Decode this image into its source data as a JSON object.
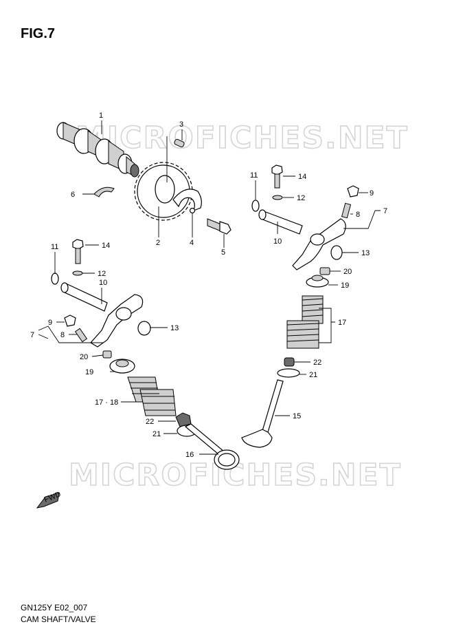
{
  "title": "FIG.7",
  "footer": {
    "code": "GN125Y E02_007",
    "name": "CAM SHAFT/VALVE"
  },
  "watermark": "MICROFICHES.NET",
  "fwd_label": "FWD",
  "callouts": {
    "c1": "1",
    "c2": "2",
    "c3": "3",
    "c4": "4",
    "c5": "5",
    "c6": "6",
    "c7a": "7",
    "c7b": "7",
    "c8a": "8",
    "c8b": "8",
    "c9a": "9",
    "c9b": "9",
    "c10a": "10",
    "c10b": "10",
    "c11a": "11",
    "c11b": "11",
    "c12a": "12",
    "c12b": "12",
    "c13a": "13",
    "c13b": "13",
    "c14a": "14",
    "c14b": "14",
    "c15": "15",
    "c16": "16",
    "c17": "17",
    "c1718": "17 · 18",
    "c19a": "19",
    "c19b": "19",
    "c20a": "20",
    "c20b": "20",
    "c21a": "21",
    "c21b": "21",
    "c22a": "22",
    "c22b": "22"
  }
}
